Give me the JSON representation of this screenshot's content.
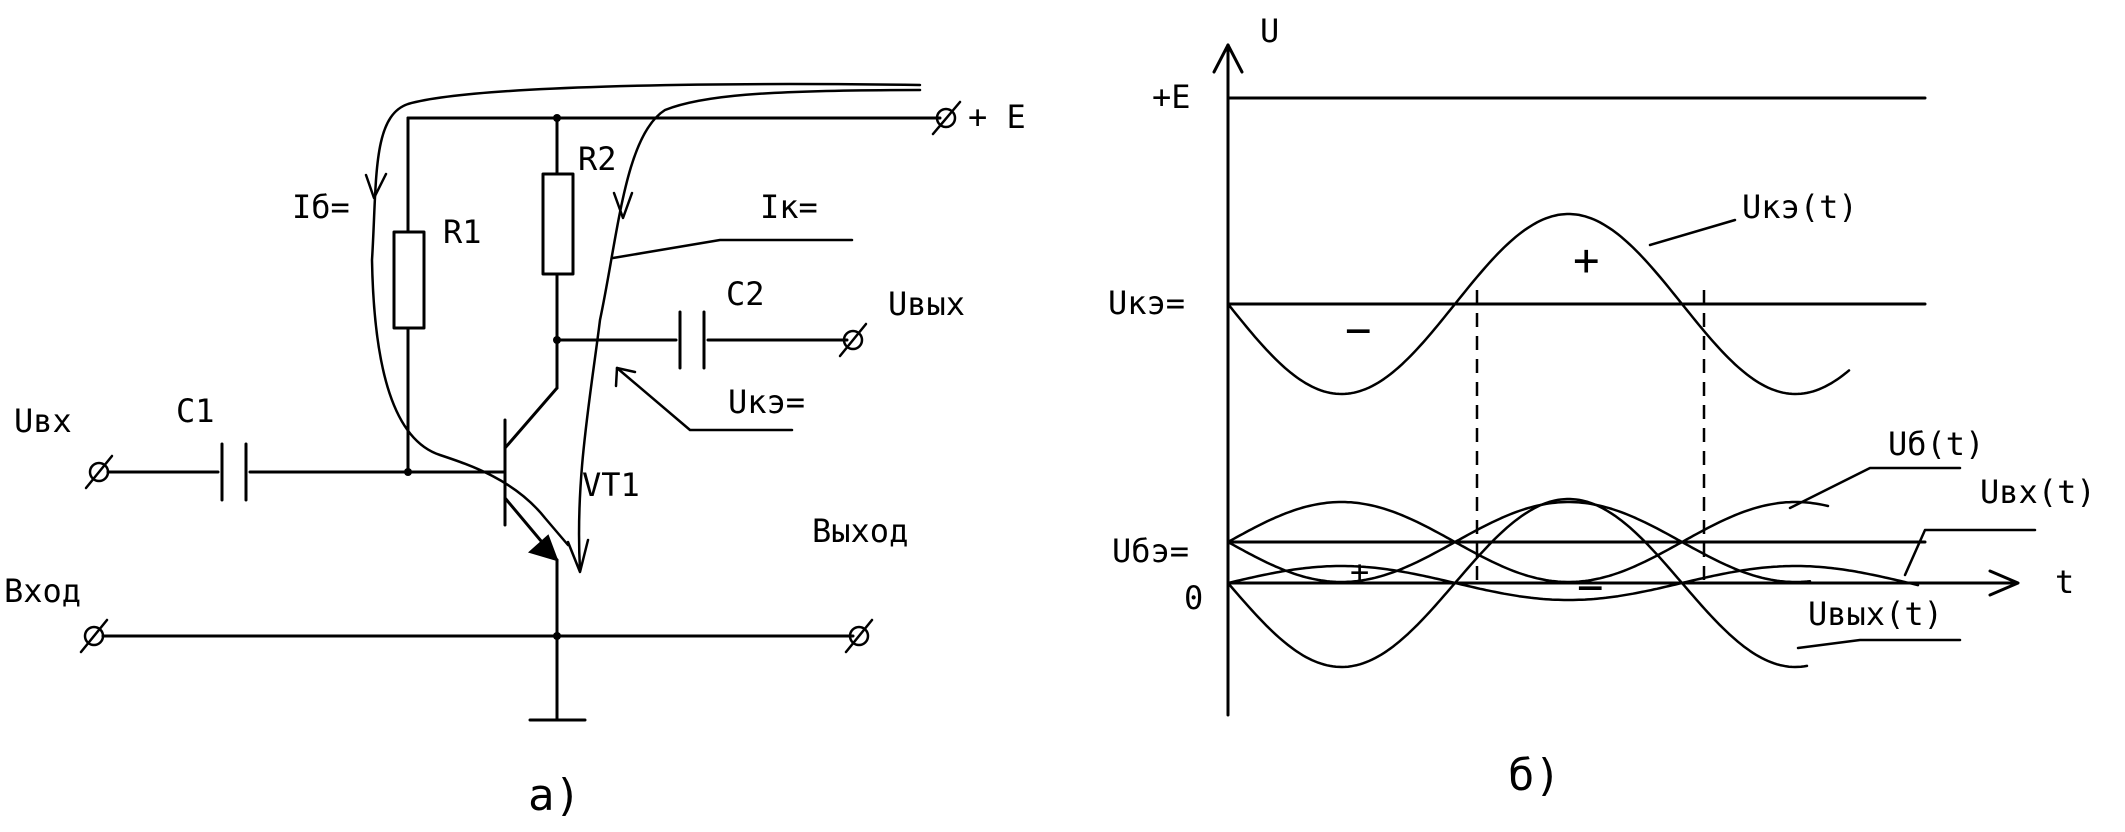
{
  "circuit": {
    "supply": "+ E",
    "r1": "R1",
    "r2": "R2",
    "c1": "C1",
    "c2": "C2",
    "transistor": "VT1",
    "input_voltage": "Uвх",
    "output_voltage": "Uвых",
    "base_current": "Iб=",
    "collector_current": "Iк=",
    "collector_emitter_voltage": "Uкэ=",
    "input_label": "Вход",
    "output_label": "Выход",
    "caption": "а)"
  },
  "graph": {
    "y_axis": "U",
    "x_axis": "t",
    "level_supply": "+E",
    "level_uce": "Uкэ=",
    "level_ube": "Uбэ=",
    "level_zero": "0",
    "curve_uce": "Uкэ(t)",
    "curve_ub": "Uб(t)",
    "curve_uin": "Uвх(t)",
    "curve_uout": "Uвых(t)",
    "sign_plus": "+",
    "sign_minus": "−",
    "caption": "б)"
  }
}
